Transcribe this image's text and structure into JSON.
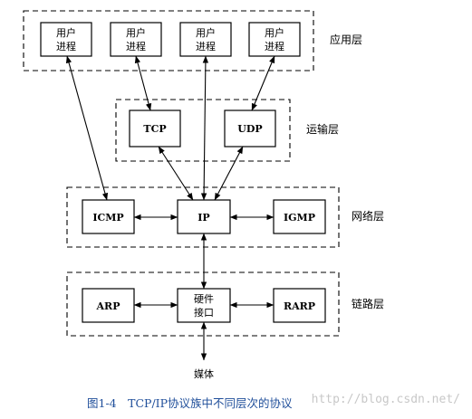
{
  "layers": {
    "application": "应用层",
    "transport": "运输层",
    "network": "网络层",
    "link": "链路层"
  },
  "nodes": {
    "proc1": [
      "用户",
      "进程"
    ],
    "proc2": [
      "用户",
      "进程"
    ],
    "proc3": [
      "用户",
      "进程"
    ],
    "proc4": [
      "用户",
      "进程"
    ],
    "tcp": "TCP",
    "udp": "UDP",
    "icmp": "ICMP",
    "ip": "IP",
    "igmp": "IGMP",
    "arp": "ARP",
    "hw": [
      "硬件",
      "接口"
    ],
    "rarp": "RARP"
  },
  "media": "媒体",
  "caption": "图1-4　TCP/IP协议族中不同层次的协议",
  "watermark": "http://blog.csdn.net/"
}
